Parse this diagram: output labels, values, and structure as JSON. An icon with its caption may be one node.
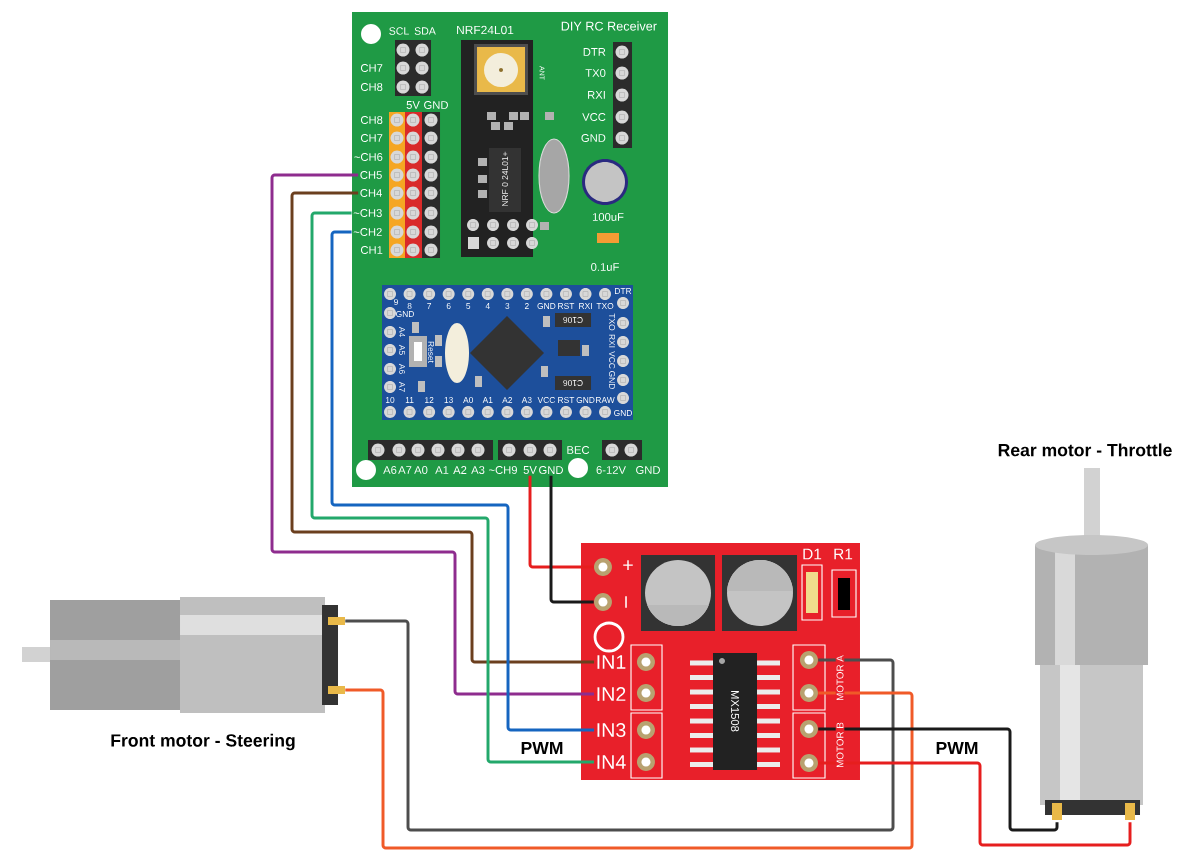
{
  "diagram": {
    "nodes": [
      {
        "text": [
          "DIY RC Receiver"
        ]
      },
      {
        "text": [
          "CH5"
        ],
        "in": 0
      },
      {
        "text": [
          "CH4"
        ],
        "in": 0
      },
      {
        "text": [
          "~CH3"
        ],
        "in": 0
      },
      {
        "text": [
          "~CH2"
        ],
        "in": 0
      },
      {
        "text": [
          "5V"
        ],
        "in": 0
      },
      {
        "text": [
          "GND"
        ],
        "in": 0
      },
      {
        "text": [],
        "shape": "box"
      },
      {
        "text": [],
        "shape": "circle",
        "in": 7
      },
      {
        "text": [],
        "shape": "circle",
        "in": 7
      },
      {
        "text": [
          "IN1"
        ],
        "in": 7
      },
      {
        "text": [
          "IN2"
        ],
        "in": 7
      },
      {
        "text": [
          "IN3"
        ],
        "in": 7
      },
      {
        "text": [
          "IN4"
        ],
        "in": 7
      },
      {
        "text": [],
        "shape": "circle",
        "in": 7
      },
      {
        "text": [],
        "shape": "circle",
        "in": 7
      },
      {
        "text": [],
        "shape": "circle",
        "in": 7
      },
      {
        "text": [],
        "shape": "circle",
        "in": 7
      },
      {
        "text": [],
        "shape": "picture",
        "beside": [
          "Front motor - Steering"
        ]
      },
      {
        "text": [],
        "shape": "picture",
        "beside": [
          "Rear motor - Throttle"
        ]
      },
      {
        "text": [],
        "shape": "circle",
        "in": 7
      },
      {
        "text": [],
        "shape": "circle",
        "in": 7
      },
      {
        "text": [],
        "shape": "circle",
        "in": 7
      },
      {
        "text": [],
        "shape": "circle",
        "in": 7
      }
    ],
    "edges": [
      {
        "from": 1,
        "to": 11,
        "arrow": "none",
        "color": "#8e2c8e"
      },
      {
        "from": 2,
        "to": 10,
        "arrow": "none",
        "color": "#6b3f1e"
      },
      {
        "from": 3,
        "to": 13,
        "arrow": "none",
        "color": "#23a86b"
      },
      {
        "from": 4,
        "to": 12,
        "arrow": "none",
        "color": "#1565c0"
      },
      {
        "from": 5,
        "to": 8,
        "arrow": "none",
        "color": "#e61e1e"
      },
      {
        "from": 6,
        "to": 9,
        "arrow": "none",
        "color": "#1a1a1a"
      },
      {
        "from": 18,
        "to": 14,
        "arrow": "none",
        "color": "#4d4d4d"
      },
      {
        "from": 18,
        "to": 15,
        "arrow": "none",
        "color": "#f05a28"
      },
      {
        "from": 16,
        "to": 19,
        "arrow": "none",
        "color": "#1a1a1a"
      },
      {
        "from": 17,
        "to": 19,
        "arrow": "none",
        "color": "#e61e1e"
      }
    ],
    "labels": [
      "SCL",
      "SDA",
      "NRF24L01",
      "CH7",
      "CH8",
      "DTR",
      "TX0",
      "ANT",
      "RXI",
      "5V",
      "GND",
      "VCC",
      "GND",
      "CH8",
      "CH7",
      "~CH6",
      "NRF 0 24L01+",
      "CH1",
      "100uF",
      "0.1uF",
      "9",
      "8",
      "7",
      "6",
      "5",
      "4",
      "3",
      "2",
      "GND",
      "RST",
      "RXI",
      "TXO",
      "DTR",
      "GND",
      "A4",
      "A5",
      "A6",
      "A7",
      "Reset",
      "C106",
      "C106",
      "TXO",
      "RXI",
      "VCC",
      "GND",
      "10",
      "11",
      "12",
      "13",
      "A0",
      "A1",
      "A2",
      "A3",
      "VCC",
      "RST",
      "GND",
      "RAW",
      "GND",
      "BEC",
      "A6",
      "A7",
      "A0",
      "A1",
      "A2",
      "A3",
      "~CH9",
      "6-12V",
      "GND",
      "D1",
      "R1",
      "+",
      "I",
      "MX1508",
      "MOTOR A",
      "MOTOR B",
      "PWM",
      "PWM"
    ]
  }
}
